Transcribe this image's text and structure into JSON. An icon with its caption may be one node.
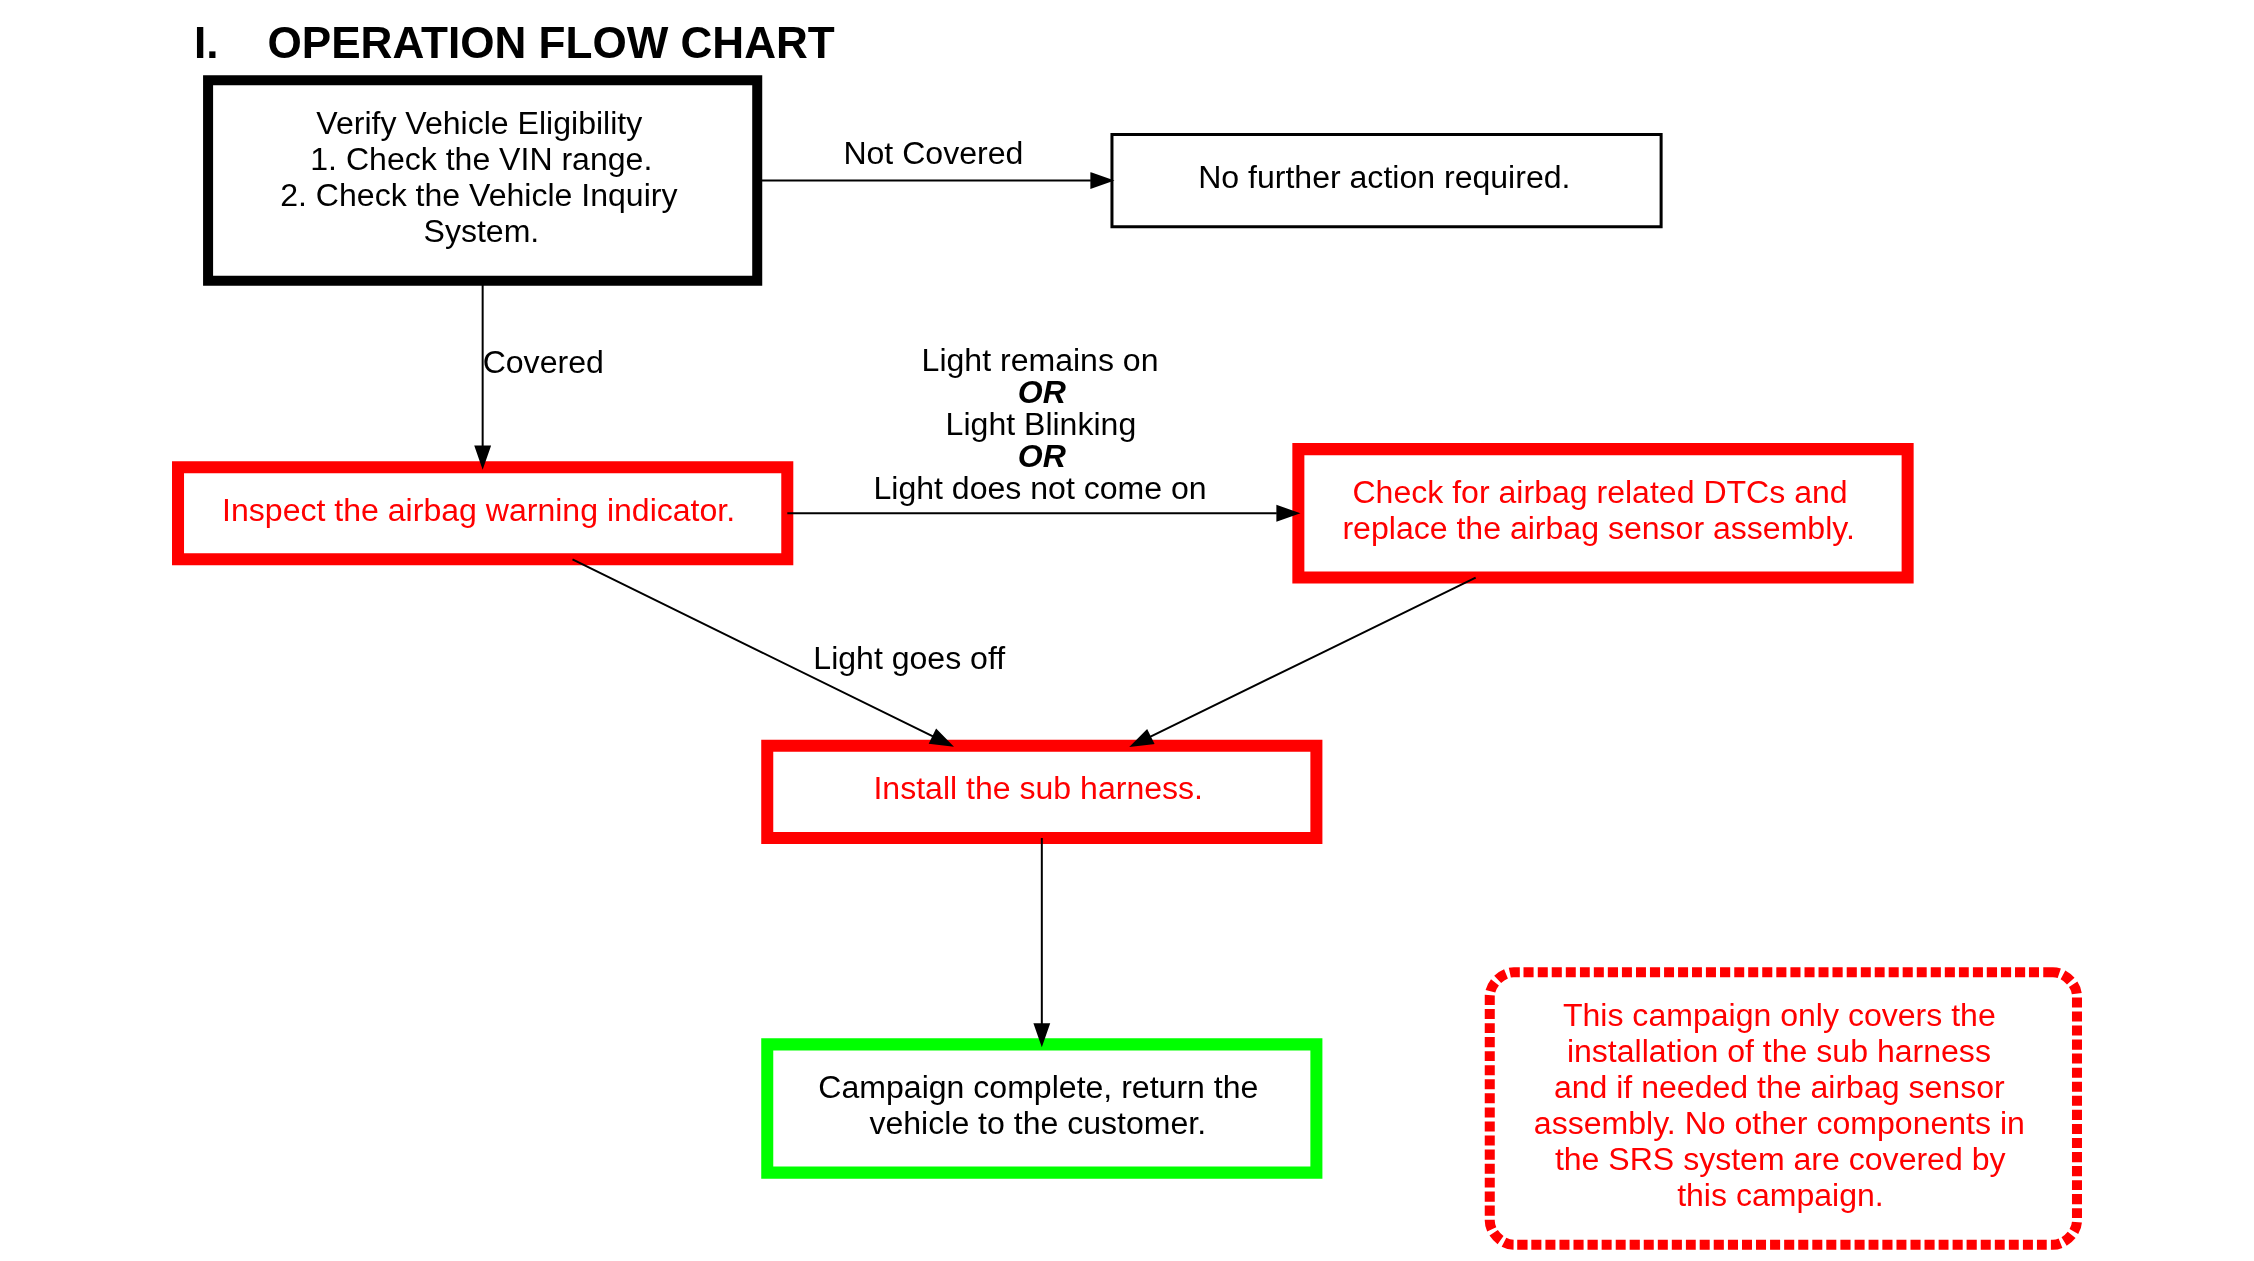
{
  "diagram": {
    "title": "I.    OPERATION FLOW CHART",
    "nodes": [
      {
        "text": [
          "Verify Vehicle Eligibility",
          "1. Check the VIN range.",
          "2. Check the Vehicle Inquiry System."
        ]
      },
      {
        "text": [
          "No further action required."
        ]
      },
      {
        "text": [
          "Inspect the airbag warning indicator."
        ]
      },
      {
        "text": [
          "Check for airbag related DTCs and replace the airbag sensor assembly."
        ]
      },
      {
        "text": [
          "Install the sub harness."
        ]
      },
      {
        "text": [
          "Campaign complete, return the vehicle to the customer."
        ]
      },
      {
        "text": [
          "This campaign only covers the installation of the sub harness and if needed the airbag sensor assembly. No other components in the SRS system are covered by this campaign."
        ]
      }
    ],
    "edges": [
      {
        "from": 0,
        "to": 1,
        "arrow": "to",
        "label": "Not Covered"
      },
      {
        "from": 0,
        "to": 2,
        "arrow": "to",
        "label": "Covered"
      },
      {
        "from": 2,
        "to": 3,
        "arrow": "to",
        "label": "Light remains on **OR** Light Blinking **OR** Light does not come on"
      },
      {
        "from": 2,
        "to": 4,
        "arrow": "to",
        "label": "Light goes off"
      },
      {
        "from": 3,
        "to": 4,
        "arrow": "to"
      },
      {
        "from": 4,
        "to": 5,
        "arrow": "to"
      }
    ]
  }
}
